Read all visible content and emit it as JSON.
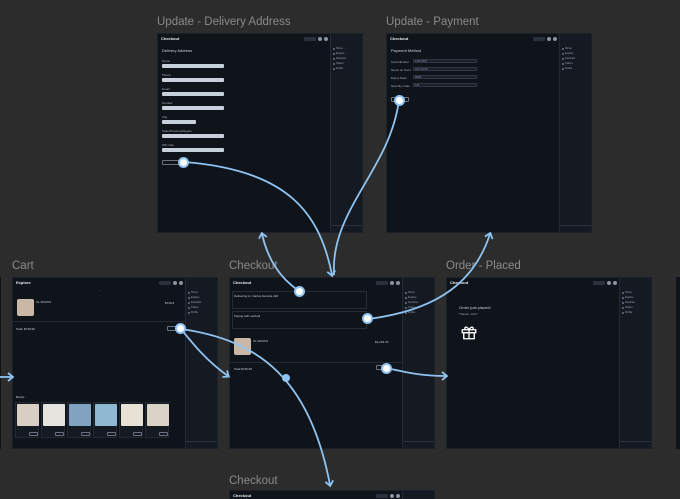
{
  "labels": {
    "update_delivery": "Update - Delivery Address",
    "update_payment": "Update - Payment",
    "cart": "Cart",
    "checkout_main": "Checkout",
    "order_placed": "Order - Placed",
    "checkout_bottom": "Checkout"
  },
  "delivery": {
    "title": "Checkout",
    "heading": "Delivery Address",
    "fields": [
      "Name",
      "Phone",
      "Email",
      "Number",
      "City",
      "State/Province/Region",
      "ZIP code"
    ]
  },
  "payment": {
    "title": "Checkout",
    "heading": "Payment Method",
    "rows": [
      {
        "label": "Card Number",
        "value": "1234 5678"
      },
      {
        "label": "Name on Card",
        "value": "John Smith"
      },
      {
        "label": "Expiry Date",
        "value": "09/26"
      },
      {
        "label": "Security Code",
        "value": "123"
      }
    ]
  },
  "cart": {
    "title": "Explore",
    "item_name": "XL-SOCKS",
    "item_price": "$729.9",
    "total": "Total: $749.90",
    "section": "Books"
  },
  "checkout": {
    "title": "Checkout",
    "delivering_to": "Delivering to: Carlos Ferreira 422",
    "payment": "Paying with method",
    "item_name": "XL-SOCKS",
    "item_price": "$1,234.70",
    "total": "Total $729.90"
  },
  "order": {
    "title": "Checkout",
    "message": "Order just placed!",
    "sub": "Thanks, John!"
  },
  "sidebar_items": [
    "Home",
    "Explore",
    "Favorites",
    "Orders",
    "Profile"
  ],
  "colors": {
    "canvas": "#2c2c2c",
    "frame": "#0f131a",
    "connector": "#8fc4f2"
  }
}
